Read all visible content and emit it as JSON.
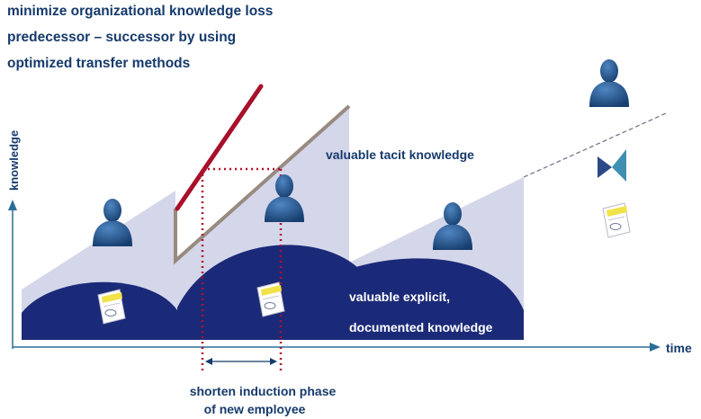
{
  "header": {
    "line1": "minimize organizational knowledge loss",
    "line2": "predecessor – successor by using",
    "line3": "optimized transfer methods"
  },
  "axes": {
    "y_label": "knowledge",
    "x_label": "time"
  },
  "labels": {
    "tacit": "valuable tacit knowledge",
    "explicit_line1": "valuable explicit,",
    "explicit_line2": "documented knowledge",
    "induction_line1": "shorten induction phase",
    "induction_line2": "of new employee"
  },
  "colors": {
    "text": "#163a6c",
    "tacit_area": "#d4d6ea",
    "explicit_area": "#1b2a78",
    "red_line": "#a8102a",
    "gray_line": "#988a80",
    "dotted": "#b3102a",
    "person": "#1f4f86"
  },
  "icons": [
    "person-icon",
    "document-icon",
    "transfer-arrows-icon"
  ]
}
